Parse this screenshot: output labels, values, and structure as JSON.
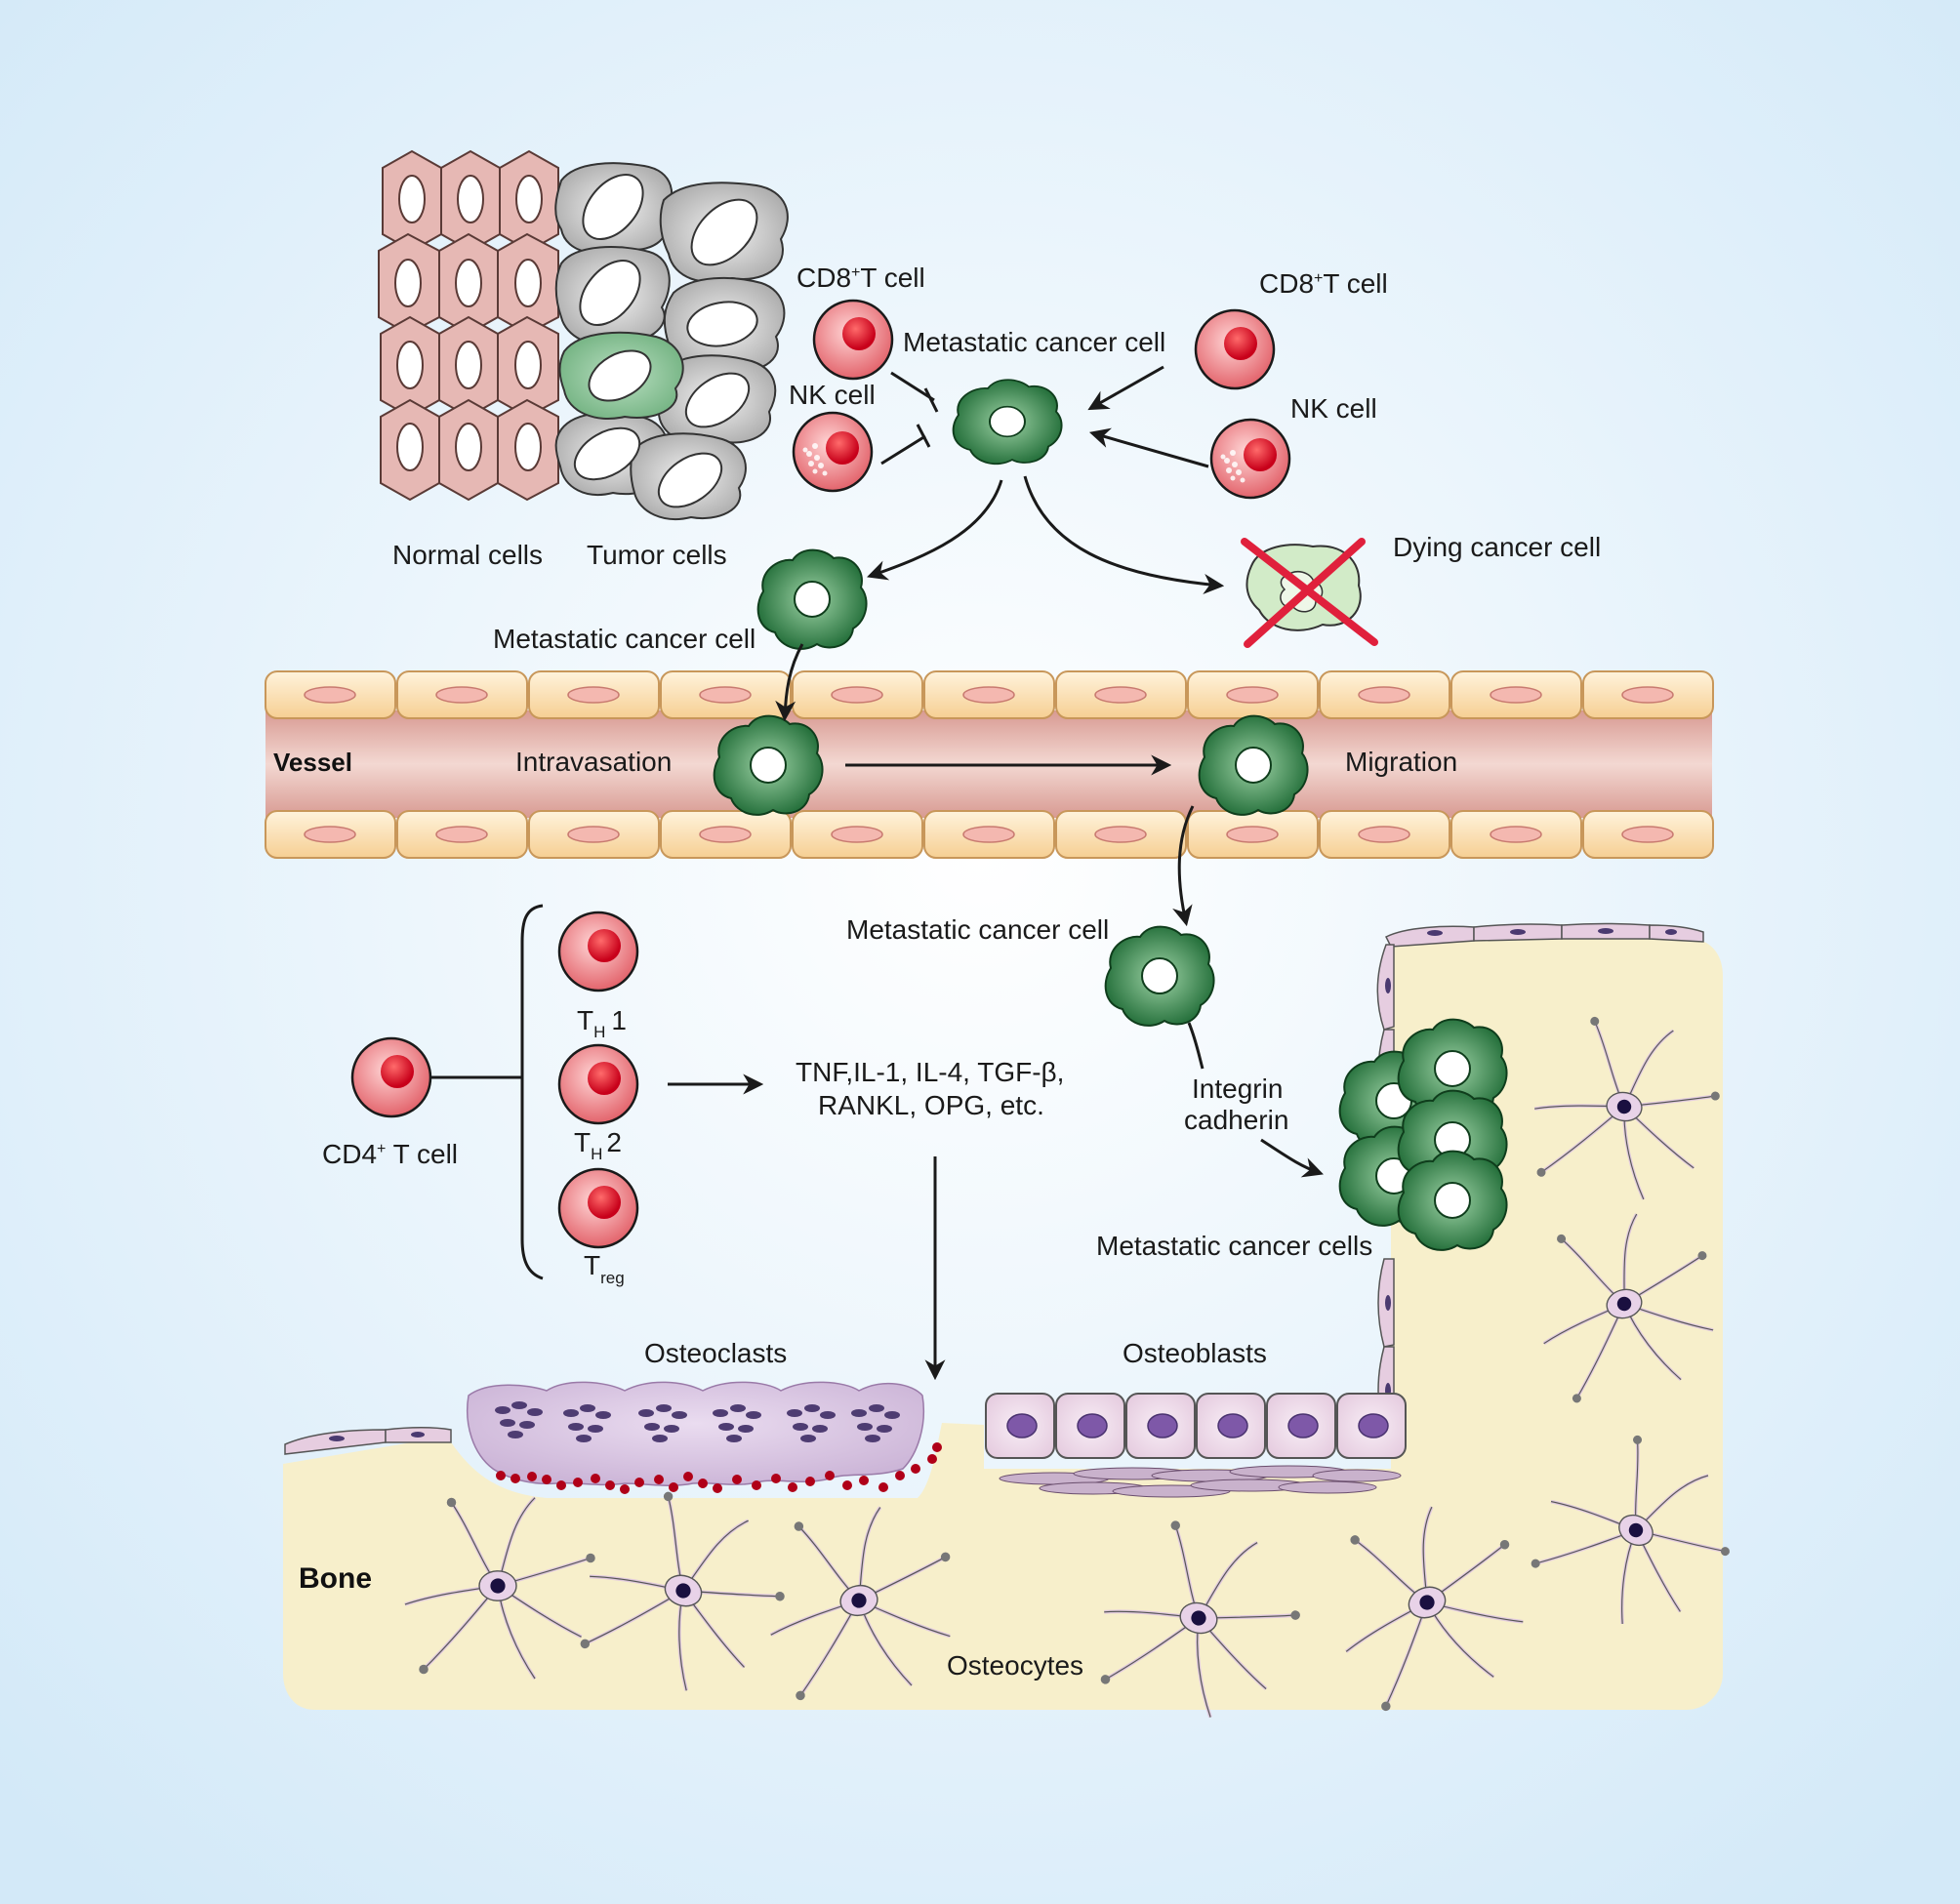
{
  "labels": {
    "normal_cells": "Normal cells",
    "tumor_cells": "Tumor cells",
    "cd8_left": "CD8",
    "cd8_right": "CD8",
    "plus": "+",
    "t_cell": "T cell",
    "nk_left": "NK cell",
    "nk_right": "NK cell",
    "metastatic_top": "Metastatic cancer cell",
    "dying": "Dying cancer cell",
    "metastatic_left": "Metastatic cancer cell",
    "vessel": "Vessel",
    "intravasation": "Intravasation",
    "migration": "Migration",
    "metastatic_mid": "Metastatic cancer cell",
    "th1_t": "T",
    "th1_sub": "H",
    "th1_num": "1",
    "th2_t": "T",
    "th2_sub": "H",
    "th2_num": "2",
    "treg_t": "T",
    "treg_sub": "reg",
    "cd4": "CD4",
    "cd4_suffix": " T cell",
    "cytokines_line1": "TNF,IL-1, IL-4, TGF-β,",
    "cytokines_line2": "RANKL, OPG, etc.",
    "integrin": "Integrin",
    "cadherin": "cadherin",
    "metastatic_cells": "Metastatic cancer cells",
    "osteoclasts": "Osteoclasts",
    "osteoblasts": "Osteoblasts",
    "bone": "Bone",
    "osteocytes": "Osteocytes"
  },
  "colors": {
    "background_center": "#ffffff",
    "background_edge": "#d3e9f8",
    "normal_cell": "#e6b8b4",
    "tumor_cell": "#c9c9c9",
    "cancer_green": "#2e7d43",
    "immune_red": "#e14b57",
    "vessel": "#e2a9a0",
    "endothelial": "#fbe0b6",
    "bone": "#f7efcb",
    "osteoclast": "#d9c6e2",
    "dying_cross": "#e0203c"
  }
}
